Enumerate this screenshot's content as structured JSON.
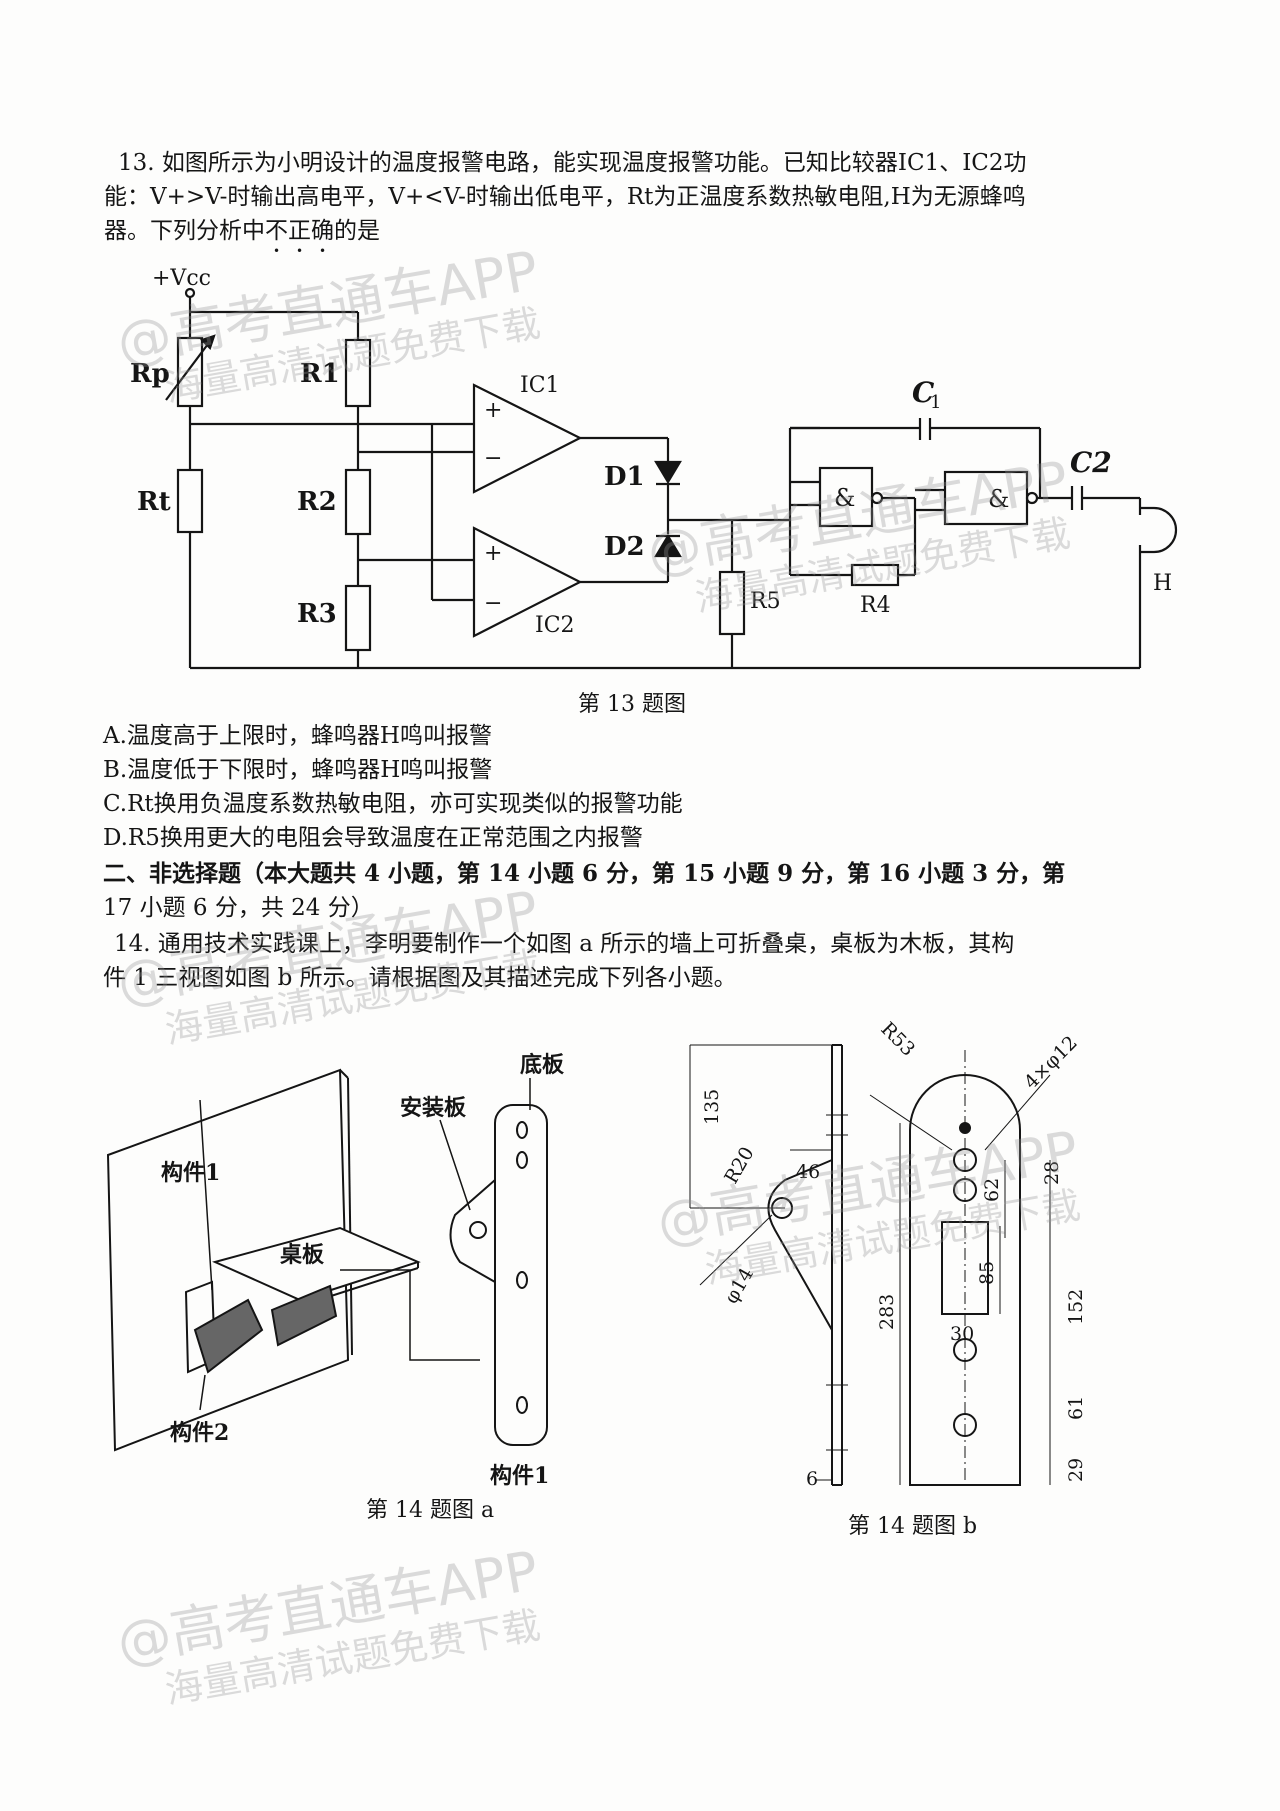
{
  "q13": {
    "line1": "13. 如图所示为小明设计的温度报警电路，能实现温度报警功能。已知比较器IC1、IC2功",
    "line2": "能：V+>V-时输出高电平，V+<V-时输出低电平，Rt为正温度系数热敏电阻,H为无源蜂鸣",
    "line3_a": "器。下列分析中",
    "line3_emph": "不正确",
    "line3_b": "的是",
    "figure_caption": "第 13 题图",
    "circuit_labels": {
      "vcc": "+Vcc",
      "rp": "Rp",
      "r1": "R1",
      "rt": "Rt",
      "r2": "R2",
      "r3": "R3",
      "ic1": "IC1",
      "ic2": "IC2",
      "d1": "D1",
      "d2": "D2",
      "r5": "R5",
      "r4": "R4",
      "c1": "C",
      "c1_sub": "1",
      "c2": "C2",
      "h": "H",
      "plus": "+",
      "minus": "−",
      "and": "&"
    },
    "options": [
      "A.温度高于上限时，蜂鸣器H鸣叫报警",
      "B.温度低于下限时，蜂鸣器H鸣叫报警",
      "C.Rt换用负温度系数热敏电阻，亦可实现类似的报警功能",
      "D.R5换用更大的电阻会导致温度在正常范围之内报警"
    ]
  },
  "section2": {
    "line1": "二、非选择题（本大题共 4 小题，第 14 小题 6 分，第 15 小题 9 分，第 16 小题 3 分，第",
    "line2": "17 小题 6 分，共 24 分）"
  },
  "q14": {
    "line1": "14. 通用技术实践课上，李明要制作一个如图 a 所示的墙上可折叠桌，桌板为木板，其构",
    "line2": "件 1 三视图如图 b 所示。请根据图及其描述完成下列各小题。",
    "fig_a": {
      "caption": "第 14 题图 a",
      "labels": {
        "part1": "构件1",
        "tabletop": "桌板",
        "part2": "构件2",
        "base": "底板",
        "mount": "安装板",
        "part1_detail": "构件1"
      }
    },
    "fig_b": {
      "caption": "第 14 题图 b",
      "dims": {
        "d135": "135",
        "r20": "R20",
        "d46": "46",
        "phi14": "φ14",
        "d283": "283",
        "d6": "6",
        "r53": "R53",
        "holes": "4×φ12",
        "d62": "62",
        "d28": "28",
        "d85": "85",
        "d152": "152",
        "d30": "30",
        "d61": "61",
        "d29": "29"
      }
    }
  },
  "watermark": {
    "line1": "@高考直通车APP",
    "line2": "海量高清试题免费下载"
  }
}
